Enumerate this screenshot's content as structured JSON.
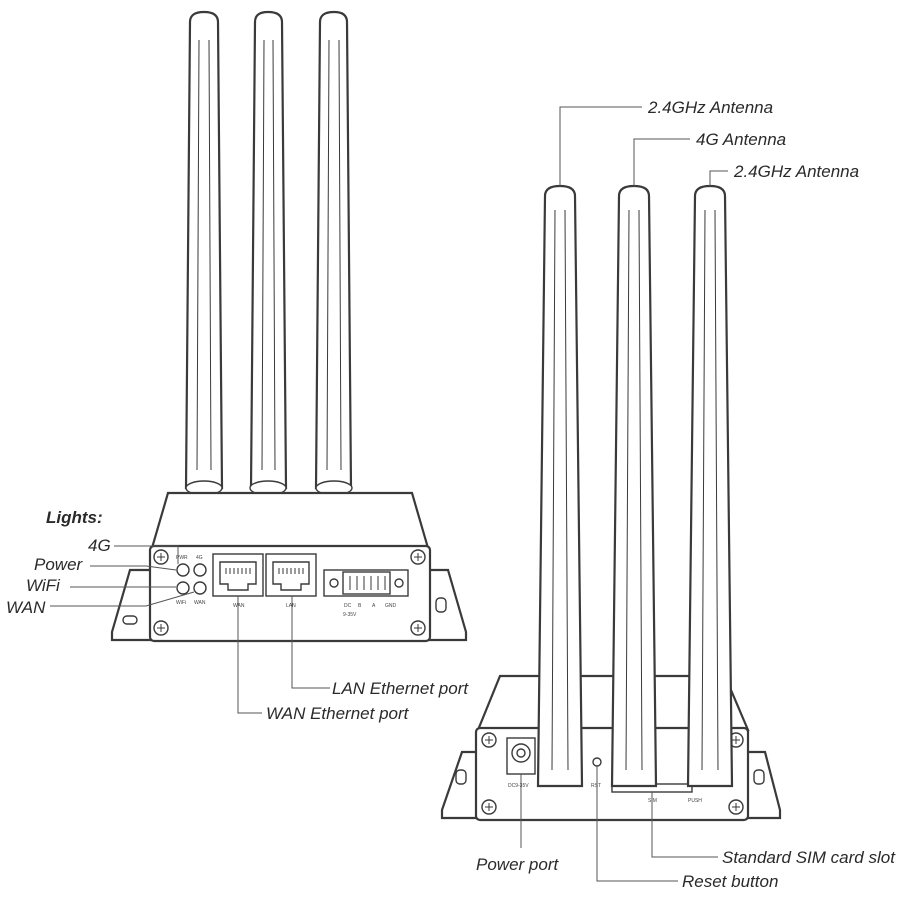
{
  "front_view": {
    "lights_heading": "Lights:",
    "light_labels": [
      "4G",
      "Power",
      "WiFi",
      "WAN"
    ],
    "port_labels": {
      "lan": "LAN Ethernet port",
      "wan": "WAN Ethernet port"
    }
  },
  "rear_view": {
    "antenna_labels": [
      "2.4GHz Antenna",
      "4G Antenna",
      "2.4GHz Antenna"
    ],
    "port_labels": {
      "power": "Power port",
      "reset": "Reset button",
      "sim": "Standard SIM card slot"
    }
  }
}
